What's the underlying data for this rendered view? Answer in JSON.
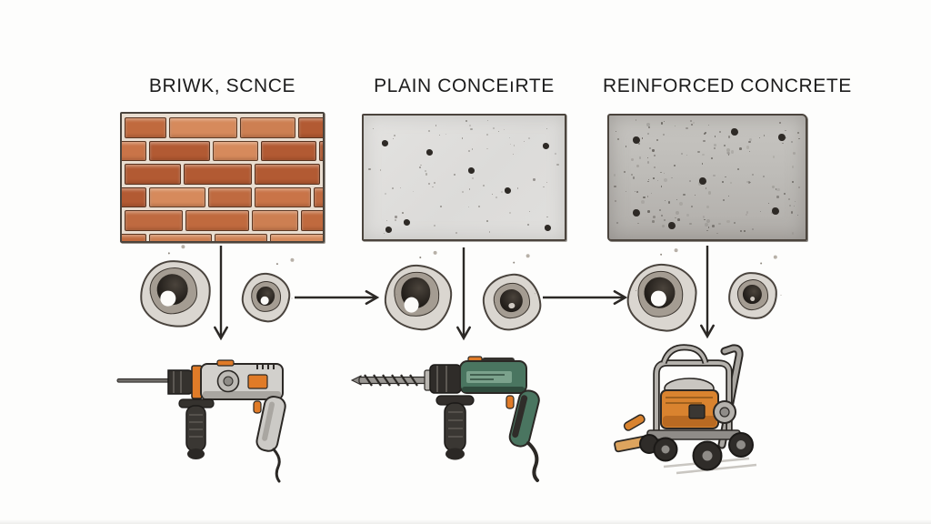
{
  "diagram_title": "drilling into masonry materials — hand-drawn comparison",
  "columns": [
    {
      "id": "brick-stone",
      "label": "BRIWK, SCNCE",
      "material": "brick wall",
      "tool": "corded hammer drill (orange/gray)"
    },
    {
      "id": "plain-concrete",
      "label": "PLAIN CONCEıRTE",
      "material": "plain concrete slab",
      "tool": "rotary hammer drill (green)"
    },
    {
      "id": "reinforced-concrete",
      "label": "REINFORCED CONCRETE",
      "material": "reinforced concrete slab",
      "tool": "wheeled engine power unit (orange)"
    }
  ],
  "icons": {
    "down_arrow": "material-to-tool flow arrow",
    "right_arrow": "hole-progression flow arrow",
    "hole_large": "large drilled crater hole",
    "hole_small": "small drilled crater hole"
  },
  "colors": {
    "background": "#fdfdfc",
    "ink": "#2b2825",
    "label_text": "#1c1c1c",
    "mortar": "#e9ddd0",
    "brick_palette": [
      "#d0development",
      "#c06a3e",
      "#b25a33",
      "#cd7f52",
      "#c97448",
      "#d68a5c"
    ],
    "concrete_plain": "#dedddb",
    "concrete_reinforced": "#bcbab6",
    "speck_dark": "#2e2a26",
    "speck_soft": "#6d6862",
    "hole_outer": "#dad6d0",
    "hole_ring": "#a49c92",
    "hole_bore": "#221e1a",
    "tool_orange": "#e07b28",
    "tool_green": "#47735a",
    "tool_green_light": "#7ba28c",
    "tool_gray": "#cdcbc7",
    "tool_dark": "#35322e",
    "wood_plank": "#dda45e"
  }
}
